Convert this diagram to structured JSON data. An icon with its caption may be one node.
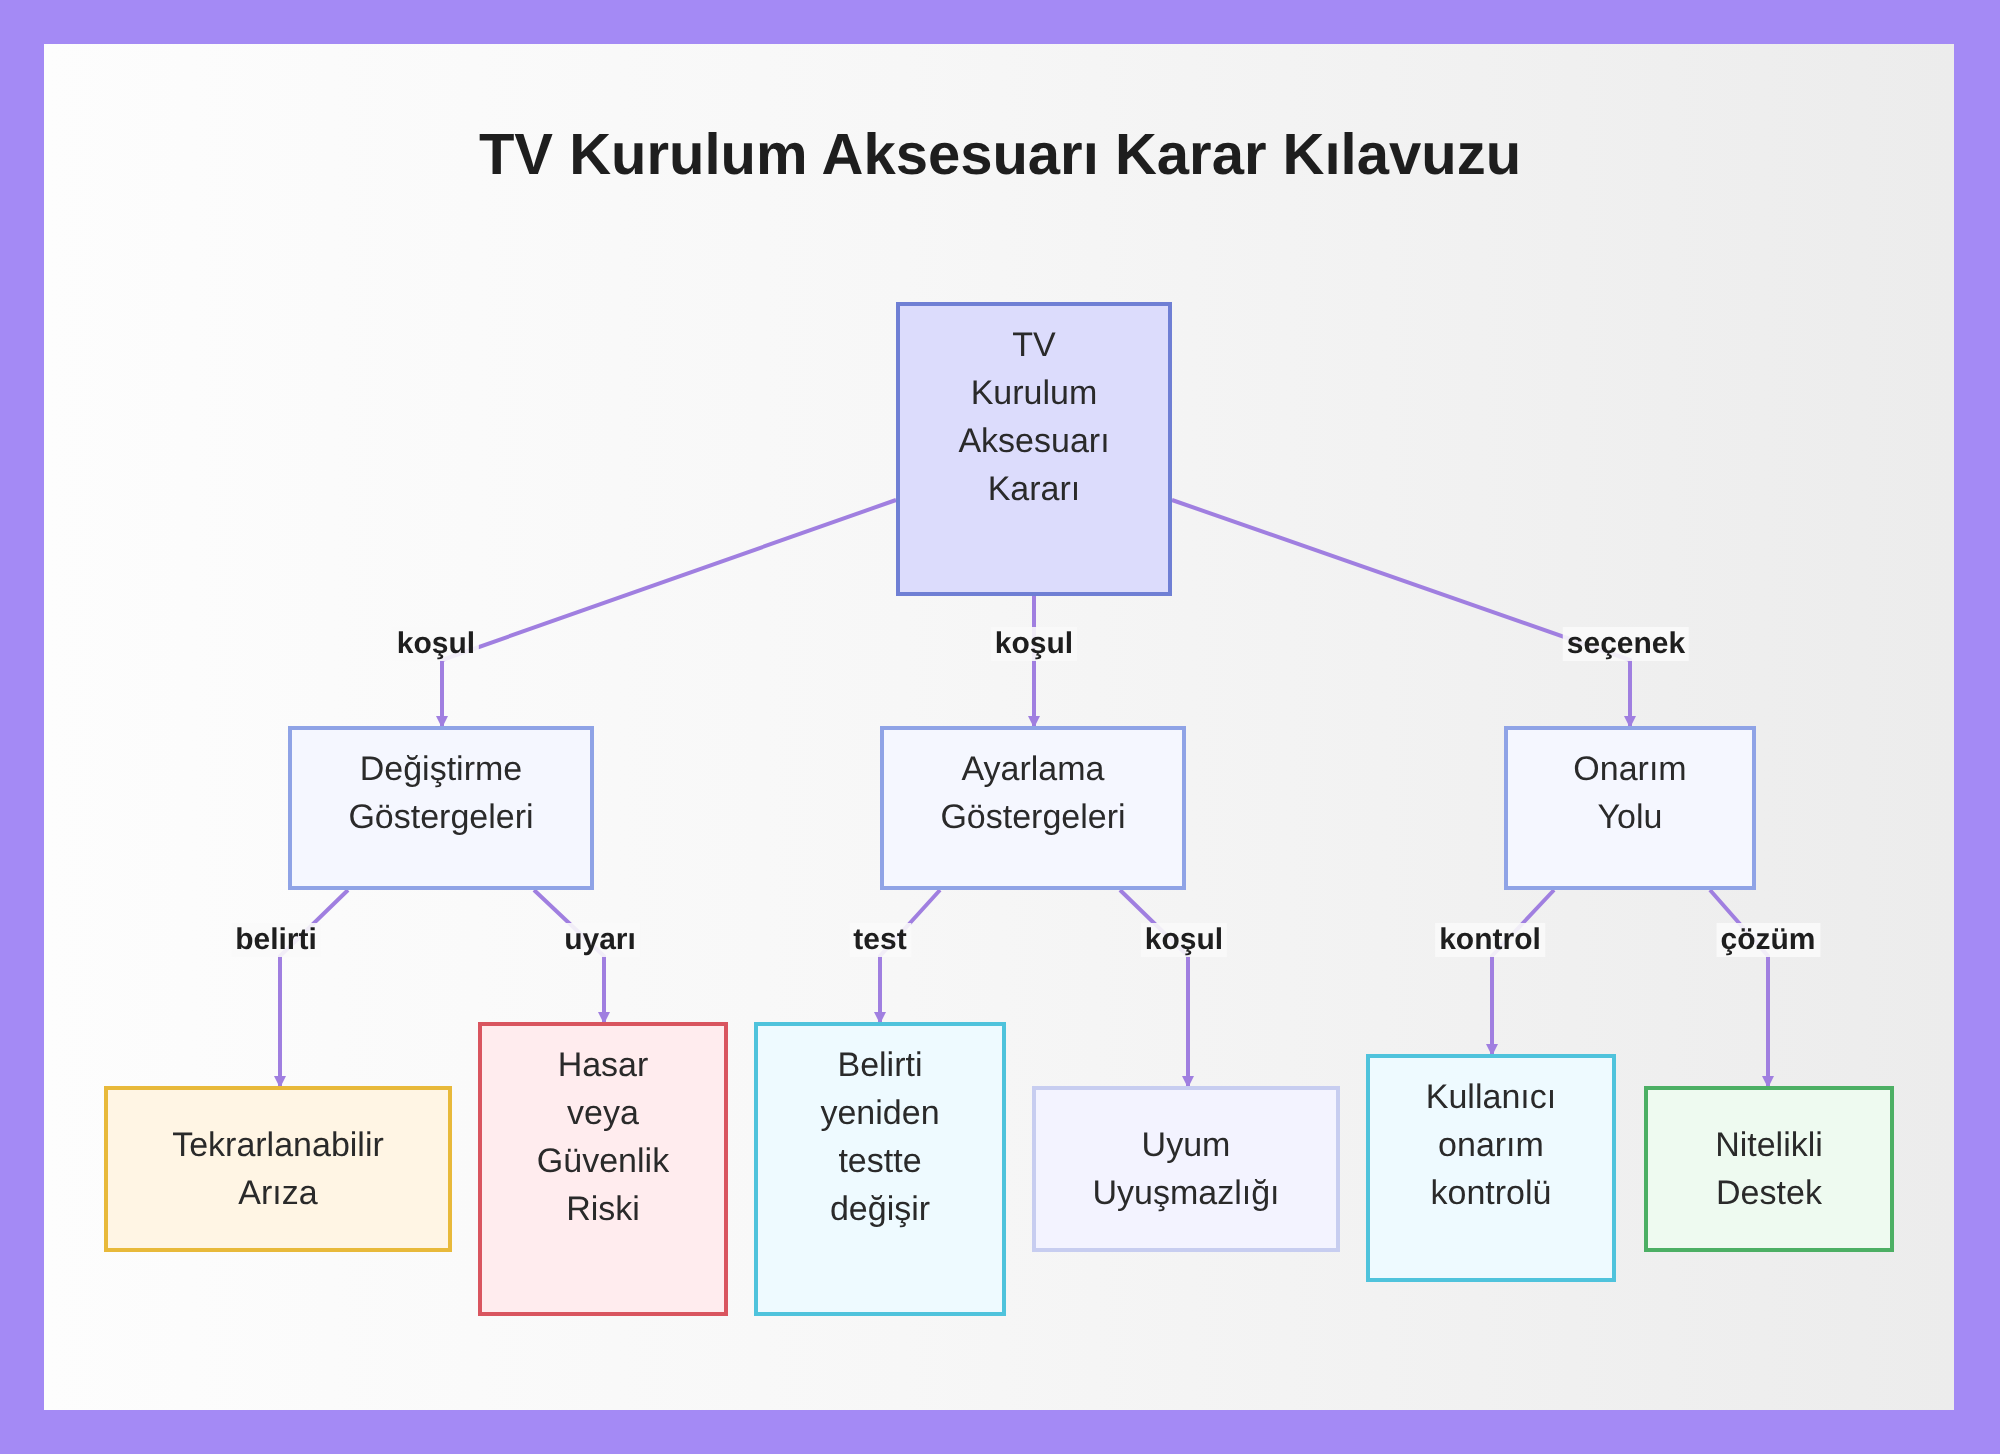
{
  "diagram": {
    "title": "TV Kurulum Aksesuarı Karar Kılavuzu",
    "nodes": [
      {
        "text": [
          "TV Kurulum Aksesuarı Kararı"
        ]
      },
      {
        "text": [
          "Değiştirme Göstergeleri"
        ]
      },
      {
        "text": [
          "Ayarlama Göstergeleri"
        ]
      },
      {
        "text": [
          "Onarım Yolu"
        ]
      },
      {
        "text": [
          "Tekrarlanabilir Arıza"
        ]
      },
      {
        "text": [
          "Hasar veya Güvenlik Riski"
        ]
      },
      {
        "text": [
          "Belirti yeniden testte değişir"
        ]
      },
      {
        "text": [
          "Uyum Uyuşmazlığı"
        ]
      },
      {
        "text": [
          "Kullanıcı onarım kontrolü"
        ]
      },
      {
        "text": [
          "Nitelikli Destek"
        ]
      }
    ],
    "edges": [
      {
        "from": 0,
        "to": 1,
        "arrow": "to",
        "label": "koşul"
      },
      {
        "from": 0,
        "to": 2,
        "arrow": "to",
        "label": "koşul"
      },
      {
        "from": 0,
        "to": 3,
        "arrow": "to",
        "label": "seçenek"
      },
      {
        "from": 1,
        "to": 4,
        "arrow": "to",
        "label": "belirti"
      },
      {
        "from": 1,
        "to": 5,
        "arrow": "to",
        "label": "uyarı"
      },
      {
        "from": 2,
        "to": 6,
        "arrow": "to",
        "label": "test"
      },
      {
        "from": 2,
        "to": 7,
        "arrow": "to",
        "label": "koşul"
      },
      {
        "from": 3,
        "to": 8,
        "arrow": "to",
        "label": "kontrol"
      },
      {
        "from": 3,
        "to": 9,
        "arrow": "to",
        "label": "çözüm"
      }
    ]
  }
}
